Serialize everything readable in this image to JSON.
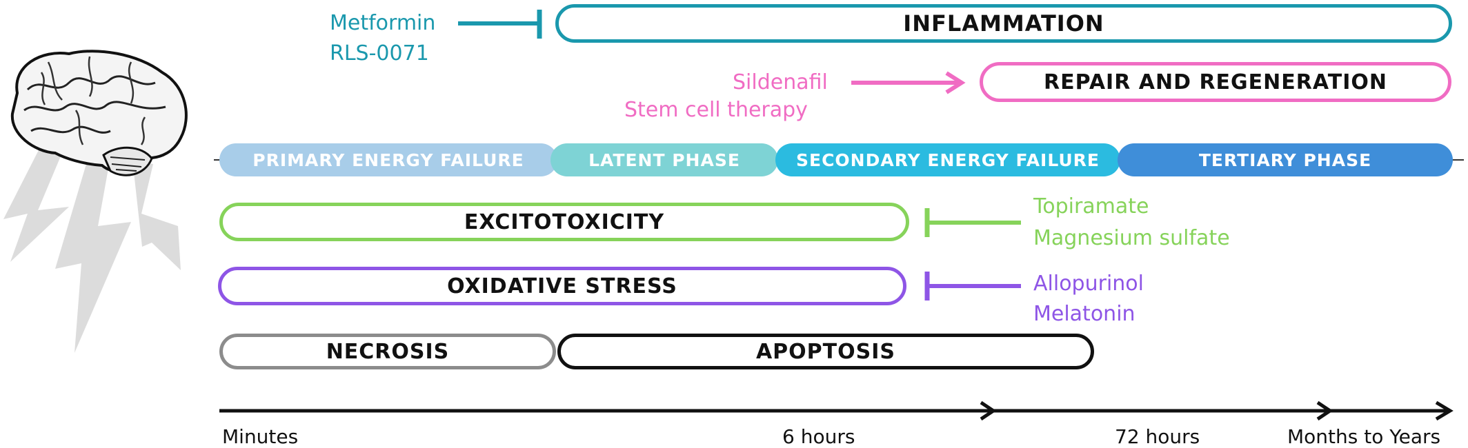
{
  "colors": {
    "inflammation": "#1a98ad",
    "repair": "#f06cc3",
    "excitotoxicity": "#86d35a",
    "oxidative": "#8e55e6",
    "necrosis": "#8c8c8c",
    "apoptosis": "#111111",
    "phase_primary": "#a8cde9",
    "phase_latent": "#7ed3d5",
    "phase_secondary": "#2bbbe0",
    "phase_tertiary": "#3f8ed9"
  },
  "processes": {
    "inflammation": "INFLAMMATION",
    "repair": "REPAIR AND REGENERATION",
    "excitotoxicity": "EXCITOTOXICITY",
    "oxidative": "OXIDATIVE STRESS",
    "necrosis": "NECROSIS",
    "apoptosis": "APOPTOSIS"
  },
  "phases": {
    "primary": "PRIMARY ENERGY FAILURE",
    "latent": "LATENT PHASE",
    "secondary": "SECONDARY ENERGY FAILURE",
    "tertiary": "TERTIARY PHASE"
  },
  "drugs": {
    "inflammation": [
      "Metformin",
      "RLS-0071"
    ],
    "repair": [
      "Sildenafil",
      "Stem cell therapy"
    ],
    "excitotoxicity": [
      "Topiramate",
      "Magnesium sulfate"
    ],
    "oxidative": [
      "Allopurinol",
      "Melatonin"
    ]
  },
  "timeline": {
    "labels": [
      "Minutes",
      "6 hours",
      "72 hours",
      "Months to Years"
    ]
  },
  "icons": {
    "brain": "brain-icon",
    "lightning": "lightning-bolt-icon"
  }
}
